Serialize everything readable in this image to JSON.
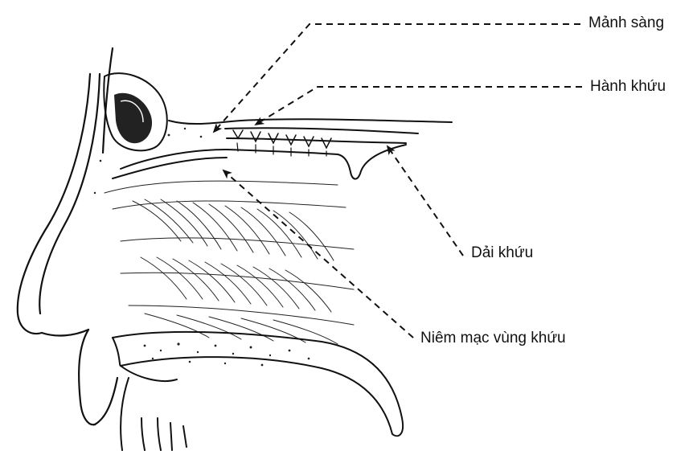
{
  "diagram": {
    "labels": {
      "cribriform_plate": "Mảnh sàng",
      "olfactory_bulb": "Hành khứu",
      "olfactory_tract": "Dải khứu",
      "olfactory_mucosa": "Niêm mạc vùng khứu"
    },
    "colors": {
      "line": "#111111",
      "background": "#ffffff"
    }
  }
}
